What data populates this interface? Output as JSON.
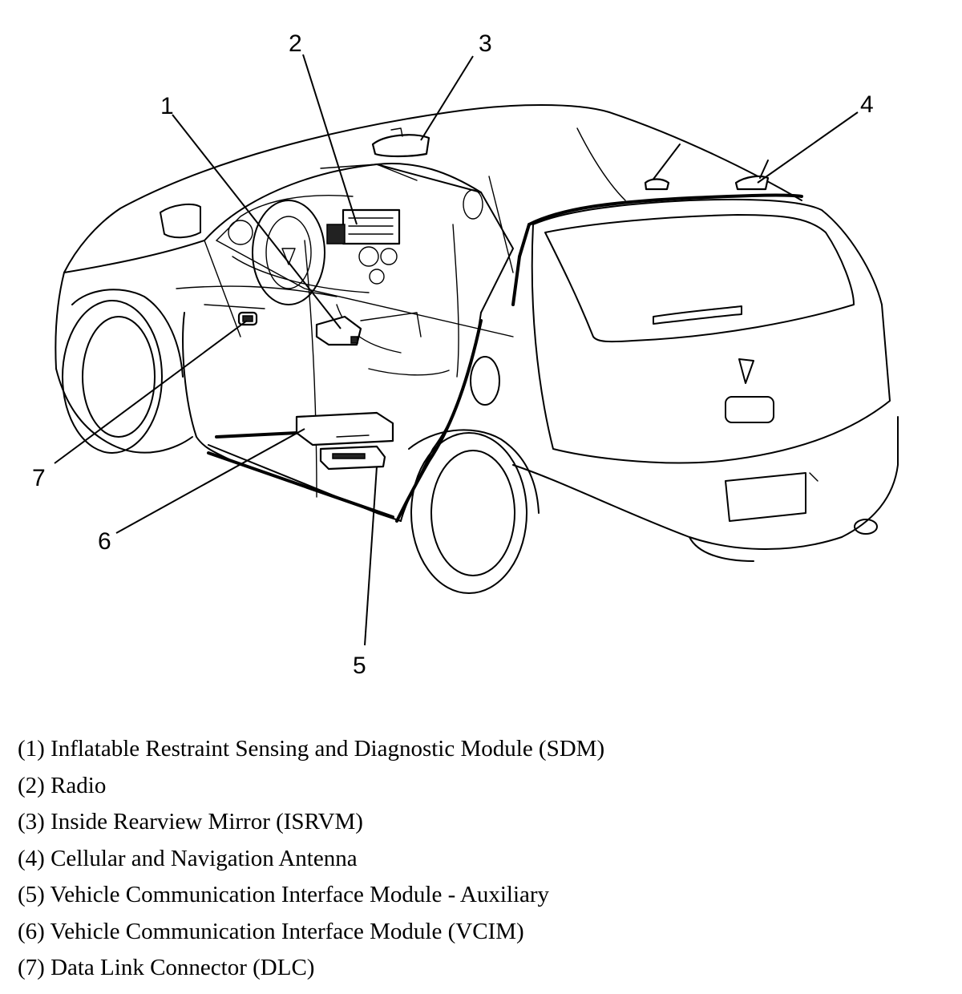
{
  "callouts": [
    {
      "number": "1",
      "name": "sdm"
    },
    {
      "number": "2",
      "name": "radio"
    },
    {
      "number": "3",
      "name": "rearview-mirror"
    },
    {
      "number": "4",
      "name": "antenna"
    },
    {
      "number": "5",
      "name": "vcim-auxiliary"
    },
    {
      "number": "6",
      "name": "vcim"
    },
    {
      "number": "7",
      "name": "dlc"
    }
  ],
  "legend": [
    "(1) Inflatable Restraint Sensing and Diagnostic Module (SDM)",
    "(2) Radio",
    "(3) Inside Rearview Mirror (ISRVM)",
    "(4) Cellular and Navigation Antenna",
    "(5) Vehicle Communication Interface Module - Auxiliary",
    "(6) Vehicle Communication Interface Module (VCIM)",
    "(7) Data Link Connector (DLC)"
  ]
}
